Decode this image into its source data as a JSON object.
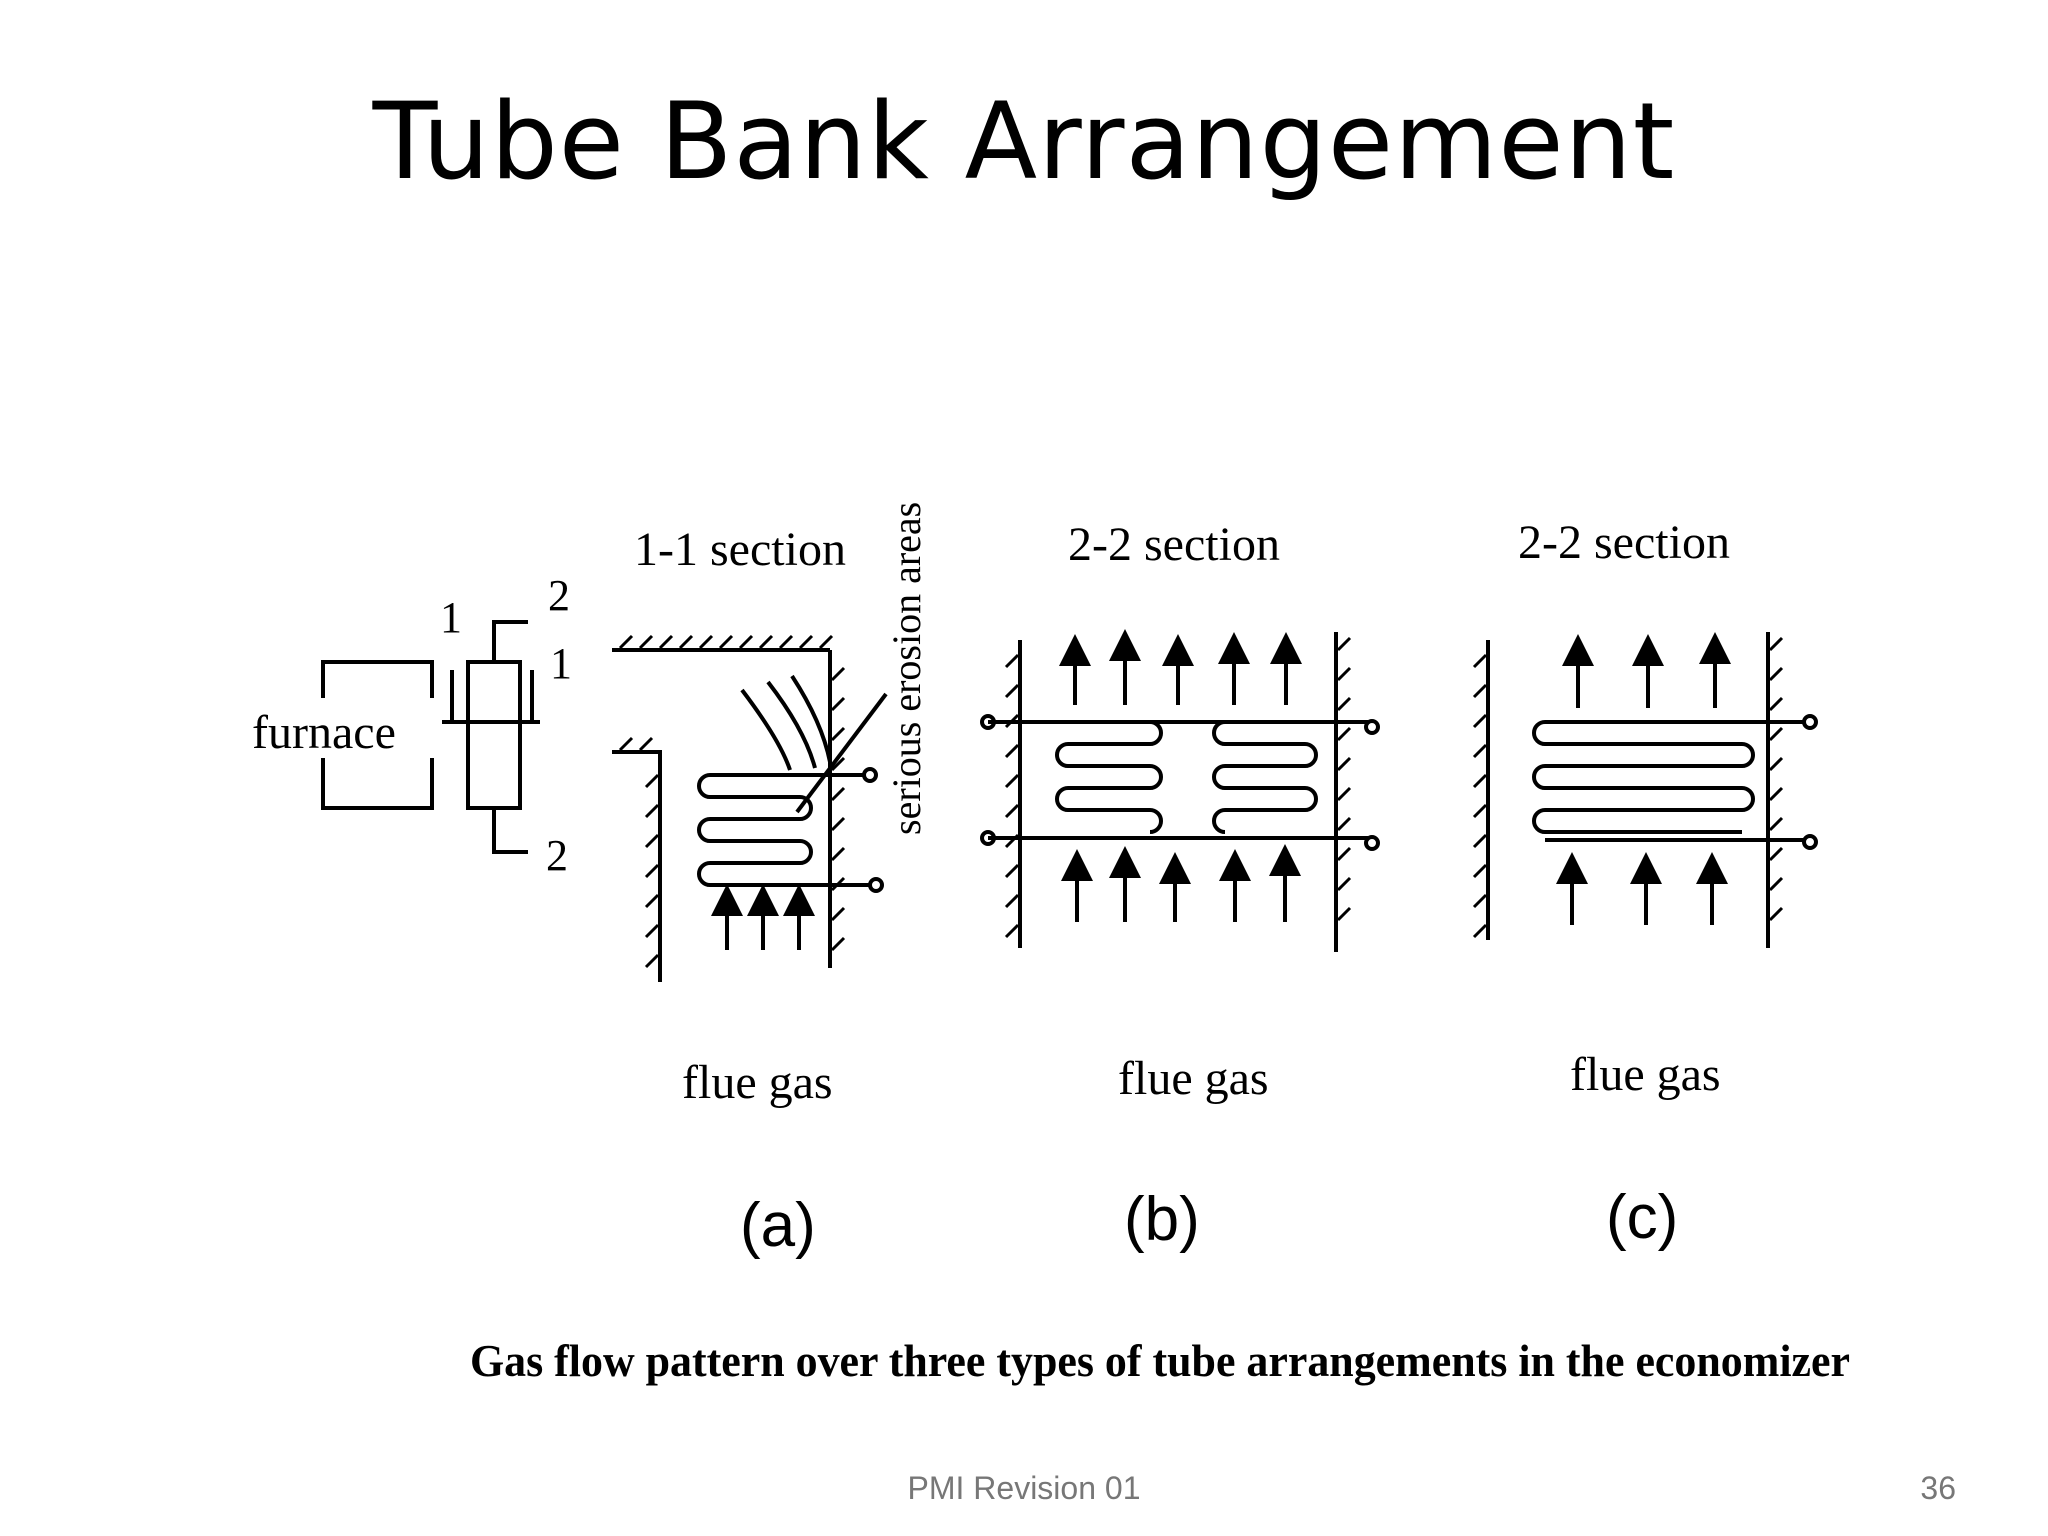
{
  "slide": {
    "title": "Tube Bank Arrangement"
  },
  "diagram": {
    "furnace_label": "furnace",
    "section_marks": {
      "mark_1": "1",
      "mark_2": "2"
    },
    "erosion_label": "serious erosion areas",
    "panels": [
      {
        "section_label": "1-1 section",
        "gas_label": "flue gas",
        "panel_label": "(a)"
      },
      {
        "section_label": "2-2 section",
        "gas_label": "flue gas",
        "panel_label": "(b)"
      },
      {
        "section_label": "2-2 section",
        "gas_label": "flue gas",
        "panel_label": "(c)"
      }
    ],
    "caption": "Gas flow pattern over three types of tube arrangements in the economizer"
  },
  "footer": {
    "revision": "PMI Revision 01",
    "page_number": "36"
  }
}
